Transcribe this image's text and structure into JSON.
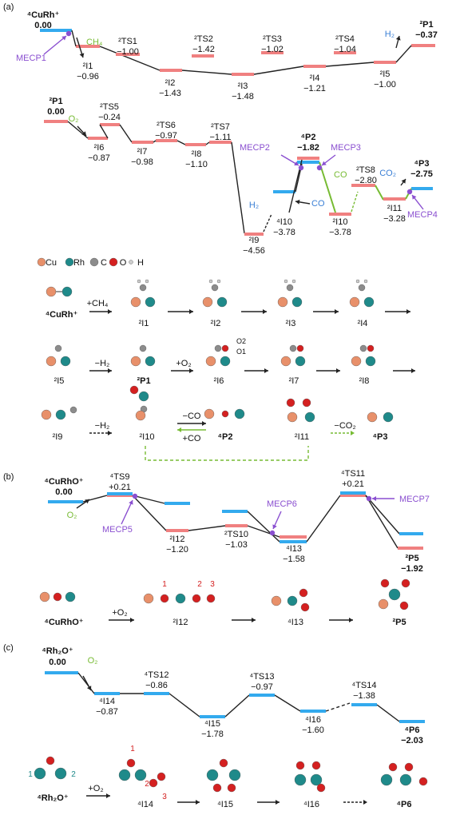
{
  "panel_a": {
    "label": "(a)",
    "levels": [
      {
        "label": "⁴CuRh⁺",
        "value": "0.00"
      },
      {
        "label": "²TS1",
        "value": "−1.00"
      },
      {
        "label": "²I1",
        "value": "−0.96"
      },
      {
        "label": "²I2",
        "value": "−1.43"
      },
      {
        "label": "²TS2",
        "value": "−1.42"
      },
      {
        "label": "²I3",
        "value": "−1.48"
      },
      {
        "label": "²TS3",
        "value": "−1.02"
      },
      {
        "label": "²I4",
        "value": "−1.21"
      },
      {
        "label": "²TS4",
        "value": "−1.04"
      },
      {
        "label": "²I5",
        "value": "−1.00"
      },
      {
        "label": "²P1",
        "value": "−0.37"
      },
      {
        "label": "²P1",
        "value": "0.00"
      },
      {
        "label": "²I6",
        "value": "−0.87"
      },
      {
        "label": "²TS5",
        "value": "−0.24"
      },
      {
        "label": "²I7",
        "value": "−0.98"
      },
      {
        "label": "²TS6",
        "value": "−0.97"
      },
      {
        "label": "²I8",
        "value": "−1.10"
      },
      {
        "label": "²TS7",
        "value": "−1.11"
      },
      {
        "label": "²I9",
        "value": "−4.56"
      },
      {
        "label": "⁴I10",
        "value": "−3.78"
      },
      {
        "label": "⁴P2",
        "value": "−1.82"
      },
      {
        "label": "²I10",
        "value": "−3.78"
      },
      {
        "label": "²TS8",
        "value": "−2.80"
      },
      {
        "label": "²I11",
        "value": "−3.28"
      },
      {
        "label": "⁴P3",
        "value": "−2.75"
      }
    ],
    "mecp": [
      "MECP1",
      "MECP2",
      "MECP3",
      "MECP4"
    ],
    "species": {
      "ch4": "CH₄",
      "h2": "H₂",
      "o2": "O₂",
      "co": "CO",
      "co2": "CO₂"
    },
    "legend": [
      "Cu",
      "Rh",
      "C",
      "O",
      "H"
    ],
    "mol_labels": [
      "⁴CuRh⁺",
      "²I1",
      "²I2",
      "²I3",
      "²I4",
      "²I5",
      "²P1",
      "²I6",
      "²I7",
      "²I8",
      "²I9",
      "²I10",
      "⁴P2",
      "²I11",
      "⁴P3"
    ],
    "reagents": [
      "+CH₄",
      "−H₂",
      "+O₂",
      "−H₂",
      "−CO",
      "+CO",
      "−CO₂"
    ],
    "atom_tags": [
      "O2",
      "O1"
    ]
  },
  "panel_b": {
    "label": "(b)",
    "levels": [
      {
        "label": "⁴CuRhO⁺",
        "value": "0.00"
      },
      {
        "label": "⁴TS9",
        "value": "+0.21"
      },
      {
        "label": "²I12",
        "value": "−1.20"
      },
      {
        "label": "²TS10",
        "value": "−1.03"
      },
      {
        "label": "⁴I13",
        "value": "−1.58"
      },
      {
        "label": "⁴TS11",
        "value": "+0.21"
      },
      {
        "label": "²P5",
        "value": "−1.92"
      }
    ],
    "mecp": [
      "MECP5",
      "MECP6",
      "MECP7"
    ],
    "species": {
      "o2": "O₂"
    },
    "mol_labels": [
      "⁴CuRhO⁺",
      "²I12",
      "⁴I13",
      "²P5"
    ],
    "reagent": "+O₂",
    "atom_numbers": [
      "1",
      "2",
      "3"
    ]
  },
  "panel_c": {
    "label": "(c)",
    "levels": [
      {
        "label": "⁴Rh₂O⁺",
        "value": "0.00"
      },
      {
        "label": "⁴I14",
        "value": "−0.87"
      },
      {
        "label": "⁴TS12",
        "value": "−0.86"
      },
      {
        "label": "⁴I15",
        "value": "−1.78"
      },
      {
        "label": "⁴TS13",
        "value": "−0.97"
      },
      {
        "label": "⁴I16",
        "value": "−1.60"
      },
      {
        "label": "⁴TS14",
        "value": "−1.38"
      },
      {
        "label": "⁴P6",
        "value": "−2.03"
      }
    ],
    "species": {
      "o2": "O₂"
    },
    "mol_labels": [
      "⁴Rh₂O⁺",
      "⁴I14",
      "⁴I15",
      "⁴I16",
      "⁴P6"
    ],
    "reagent": "+O₂",
    "atom_numbers": [
      "1",
      "2",
      "1",
      "2",
      "3"
    ]
  },
  "colors": {
    "quartet": "#33aaee",
    "doublet": "#f08080",
    "mecp": "#8a4fd0",
    "green": "#77bb33",
    "blue_text": "#3a7fd5",
    "cu": "#e8906a",
    "rh": "#1f8a8a",
    "c": "#8c8c8c",
    "o": "#d42020",
    "h": "#e8e8e8",
    "path": "#222222"
  }
}
